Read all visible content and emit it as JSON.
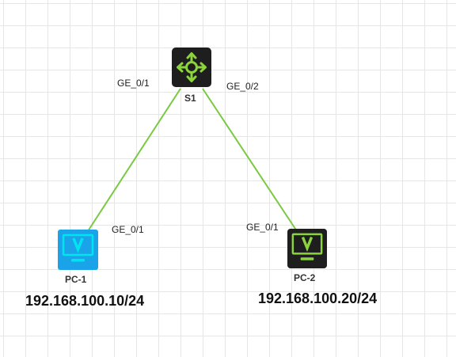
{
  "colors": {
    "link": "#7ac943",
    "switch_body": "#1e1e1e",
    "switch_icon": "#8cd43c",
    "pc1_body": "#1aa3e8",
    "pc1_screen": "#00e4f0",
    "pc2_body": "#1e1e1e",
    "pc2_screen": "#8cd43c"
  },
  "devices": {
    "switch": {
      "name": "S1",
      "icon": "switch-arrows-icon"
    },
    "pc1": {
      "name": "PC-1",
      "icon": "monitor-v-icon",
      "ip": "192.168.100.10/24"
    },
    "pc2": {
      "name": "PC-2",
      "icon": "monitor-v-icon",
      "ip": "192.168.100.20/24"
    }
  },
  "links": [
    {
      "from": "S1",
      "to": "PC-1",
      "from_port": "GE_0/1",
      "to_port": "GE_0/1"
    },
    {
      "from": "S1",
      "to": "PC-2",
      "from_port": "GE_0/2",
      "to_port": "GE_0/1"
    }
  ]
}
